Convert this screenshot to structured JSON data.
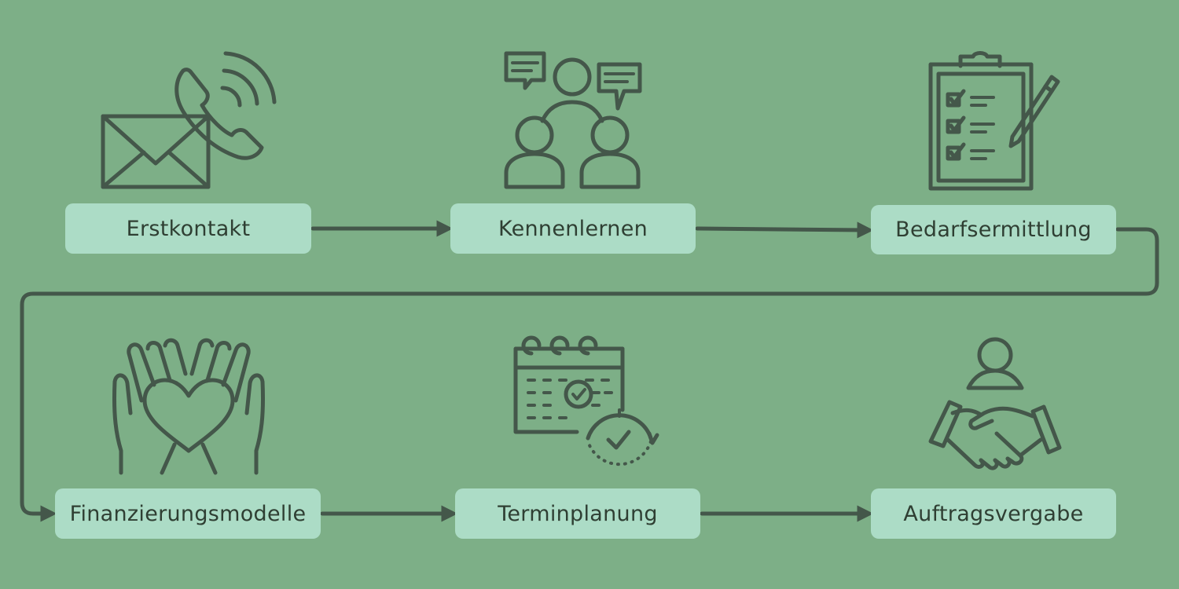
{
  "colors": {
    "background": "#7daf87",
    "box": "#acdcc6",
    "line": "#44574a",
    "text": "#2f3f33"
  },
  "steps": [
    {
      "label": "Erstkontakt",
      "icon": "mail-phone-icon"
    },
    {
      "label": "Kennenlernen",
      "icon": "meeting-people-icon"
    },
    {
      "label": "Bedarfsermittlung",
      "icon": "clipboard-checklist-icon"
    },
    {
      "label": "Finanzierungsmodelle",
      "icon": "hands-heart-icon"
    },
    {
      "label": "Terminplanung",
      "icon": "calendar-clock-icon"
    },
    {
      "label": "Auftragsvergabe",
      "icon": "handshake-person-icon"
    }
  ]
}
